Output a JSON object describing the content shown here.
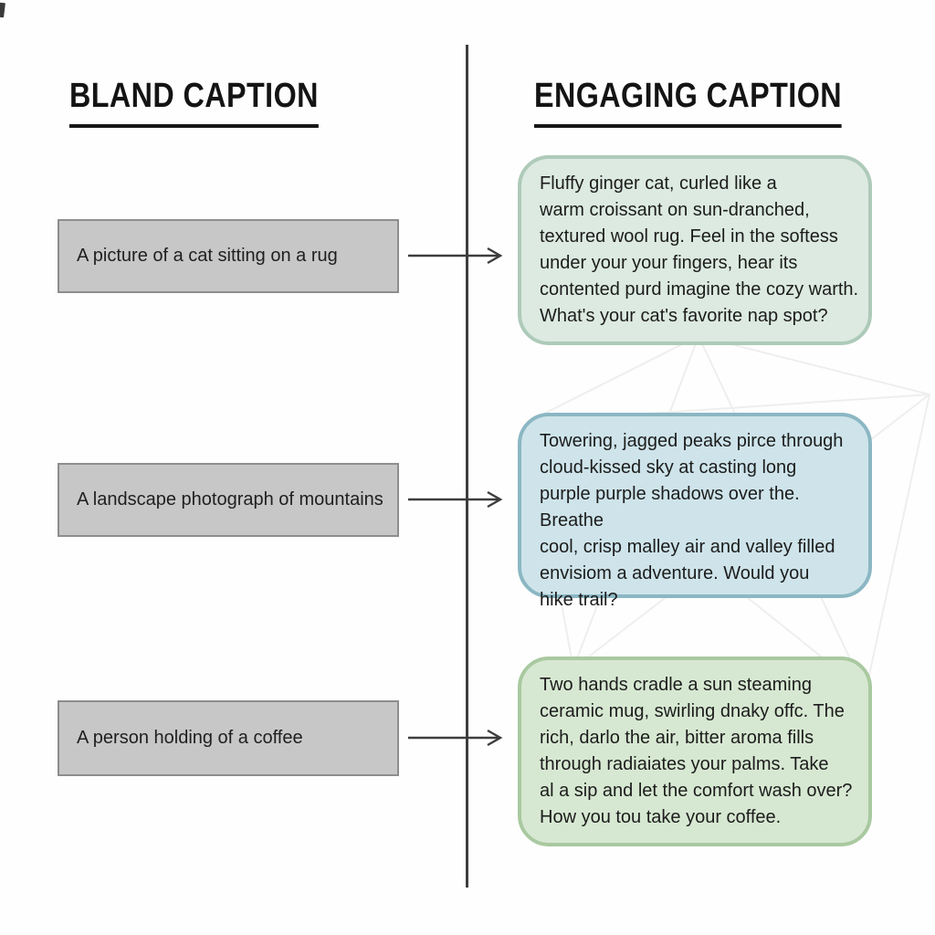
{
  "header": {
    "left": "BLAND CAPTION",
    "right": "ENGAGING CAPTION"
  },
  "rows": [
    {
      "bland": "A picture of a cat sitting on a rug",
      "engaging": "Fluffy ginger cat, curled like a\nwarm croissant on sun-dranched,\ntextured wool rug. Feel in the softess\nunder your your fingers, hear its\ncontented purd imagine the cozy warth.\nWhat's your cat's favorite nap spot?",
      "fill": "#dceae1",
      "accent": "#aecab9"
    },
    {
      "bland": "A landscape photograph of mountains",
      "engaging": "Towering, jagged peaks pirce through\ncloud-kissed sky at casting long\npurple purple shadows over the. Breathe\ncool, crisp malley air and valley filled\nenvisiom a adventure. Would you\nhike trail?",
      "fill": "#cee4ea",
      "accent": "#8bb7c3"
    },
    {
      "bland": "A person holding of a coffee",
      "engaging": "Two hands cradle a sun steaming\nceramic mug, swirling dnaky offc. The\nrich, darlo the air, bitter aroma fills\nthrough radiaiates your palms. Take\nal a sip and let the comfort wash over?\nHow you tou take your coffee.",
      "fill": "#d7e8d2",
      "accent": "#a9c9a0"
    }
  ],
  "colors": {
    "divider": "#3d3d3d",
    "arrow": "#3d3d3d",
    "bland_fill": "#c7c7c7",
    "bland_border": "#8d8d8d",
    "header_text": "#141414",
    "background": "#fefefe"
  }
}
